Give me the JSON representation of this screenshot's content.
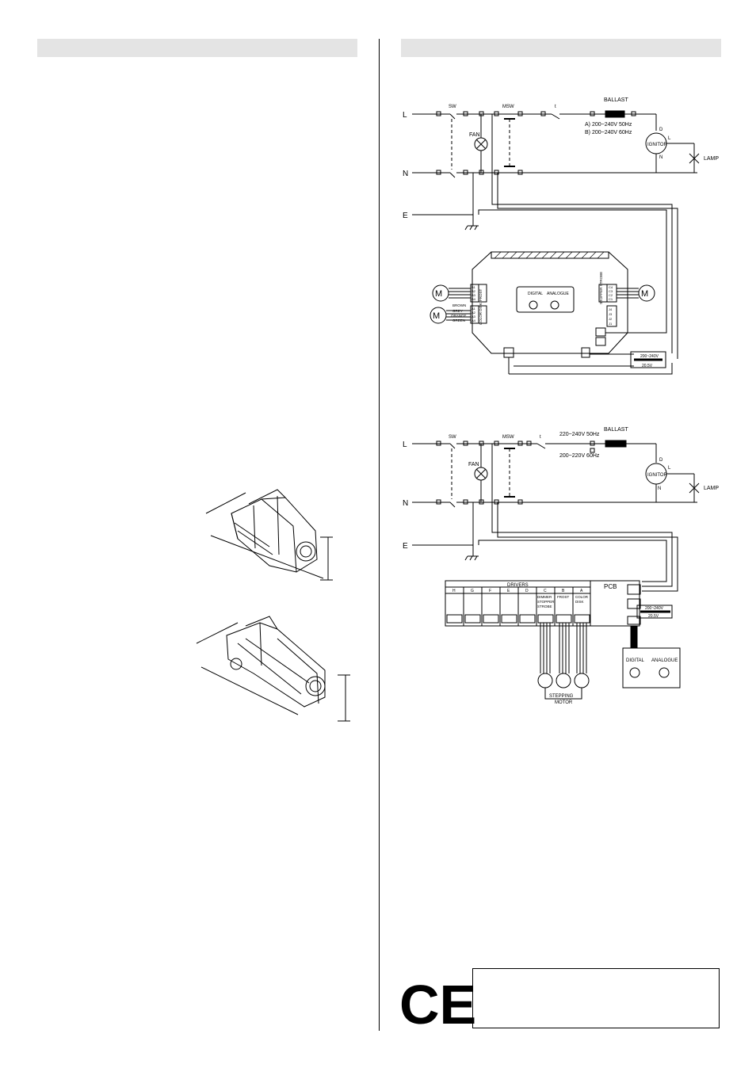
{
  "diagram1": {
    "line_L": "L",
    "line_N": "N",
    "line_E": "E",
    "sw": "SW",
    "msw": "MSW",
    "thermal": "t",
    "fan": "FAN",
    "ballast": "BALLAST",
    "ballast_a": "A)  200~240V  50Hz",
    "ballast_b": "B)  200~240V  60Hz",
    "ignitor": "IGNITOR",
    "ign_d": "D",
    "ign_l": "L",
    "ign_n": "N",
    "lamp": "LAMP",
    "motor": "M",
    "digital": "DIGITAL",
    "analogue": "ANALOGUE",
    "wire_brown": "BROWN",
    "wire_grey": "GREY",
    "wire_orange": "ORANGE",
    "wire_green": "GREEN",
    "frost": "FROST",
    "color_disk": "COLOR DISK",
    "stopper_strobe": "STOPPER STROBE",
    "pins_b": [
      "B1",
      "B2",
      "B3",
      "B4"
    ],
    "pins_a": [
      "A1",
      "A2",
      "A3",
      "A4"
    ],
    "pins_c": [
      "C4",
      "C3",
      "C2",
      "C1"
    ],
    "pins_j": [
      "J4",
      "J3",
      "J2",
      "J1"
    ],
    "transformer_top": "200~240V",
    "transformer_bottom": "20.5V"
  },
  "diagram2": {
    "line_L": "L",
    "line_N": "N",
    "line_E": "E",
    "sw": "SW",
    "msw": "MSW",
    "thermal": "t",
    "fan": "FAN",
    "ballast": "BALLAST",
    "ballast_a": "220~240V  50Hz",
    "ballast_b": "200~220V  60Hz",
    "ignitor": "IGNITOR",
    "ign_d": "D",
    "ign_l": "L",
    "ign_n": "N",
    "lamp": "LAMP",
    "drivers": "DRIVERS",
    "pcb": "PCB",
    "columns": [
      "H",
      "G",
      "F",
      "E",
      "D",
      "C",
      "B",
      "A"
    ],
    "col_c": [
      "DIMMER",
      "STOPPER",
      "STROBE"
    ],
    "col_b": [
      "FROST"
    ],
    "col_a": [
      "COLOR",
      "DISK"
    ],
    "stepping_motor": [
      "STEPPING",
      "MOTOR"
    ],
    "digital": "DIGITAL",
    "analogue": "ANALOGUE",
    "transformer_top": "200~240V",
    "transformer_bottom": "20.5V"
  },
  "ce_mark": "CE"
}
